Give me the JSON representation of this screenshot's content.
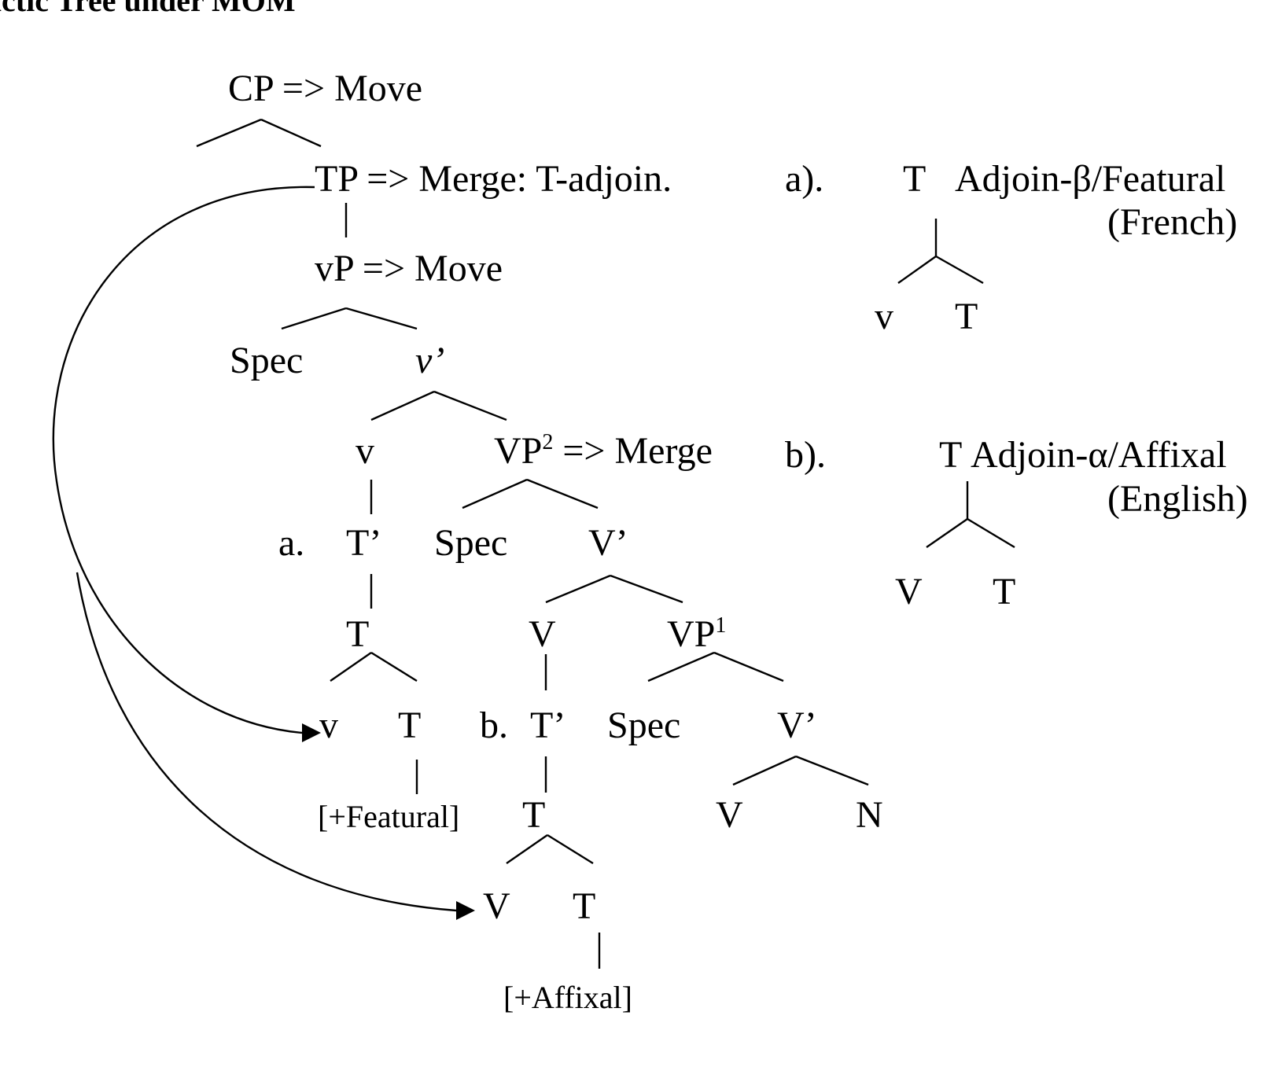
{
  "title": "actic Tree under MOM",
  "tree": {
    "cp": "CP => Move",
    "tp": "TP => Merge: T-adjoin.",
    "vp_small": "vP  => Move",
    "spec_1": "Spec",
    "v_bar": "v’",
    "v_head": "v",
    "vp2": "VP",
    "vp2_sup": "2",
    "vp2_op": " => Merge",
    "label_a": "a.",
    "t_prime_a": "T’",
    "spec_2": "Spec",
    "v_prime_1": "V’",
    "t_a": "T",
    "v_2": "V",
    "vp1": "VP",
    "vp1_sup": "1",
    "v_small_leaf": "v",
    "t_leaf_a": "T",
    "label_b": "b.",
    "t_prime_b": "T’",
    "spec_3": "Spec",
    "v_prime_2": "V’",
    "featural": "[+Featural]",
    "t_b": "T",
    "v_leaf_3": "V",
    "n_leaf": "N",
    "v_leaf_b": "V",
    "t_leaf_b": "T",
    "affixal": "[+Affixal]"
  },
  "side_a": {
    "label": "a).",
    "head": "T",
    "caption": "Adjoin-β/Featural",
    "language": "(French)",
    "left": "v",
    "right": "T"
  },
  "side_b": {
    "label": "b).",
    "head": "T",
    "caption": "Adjoin-α/Affixal",
    "language": "(English)",
    "left": "V",
    "right": "T"
  }
}
